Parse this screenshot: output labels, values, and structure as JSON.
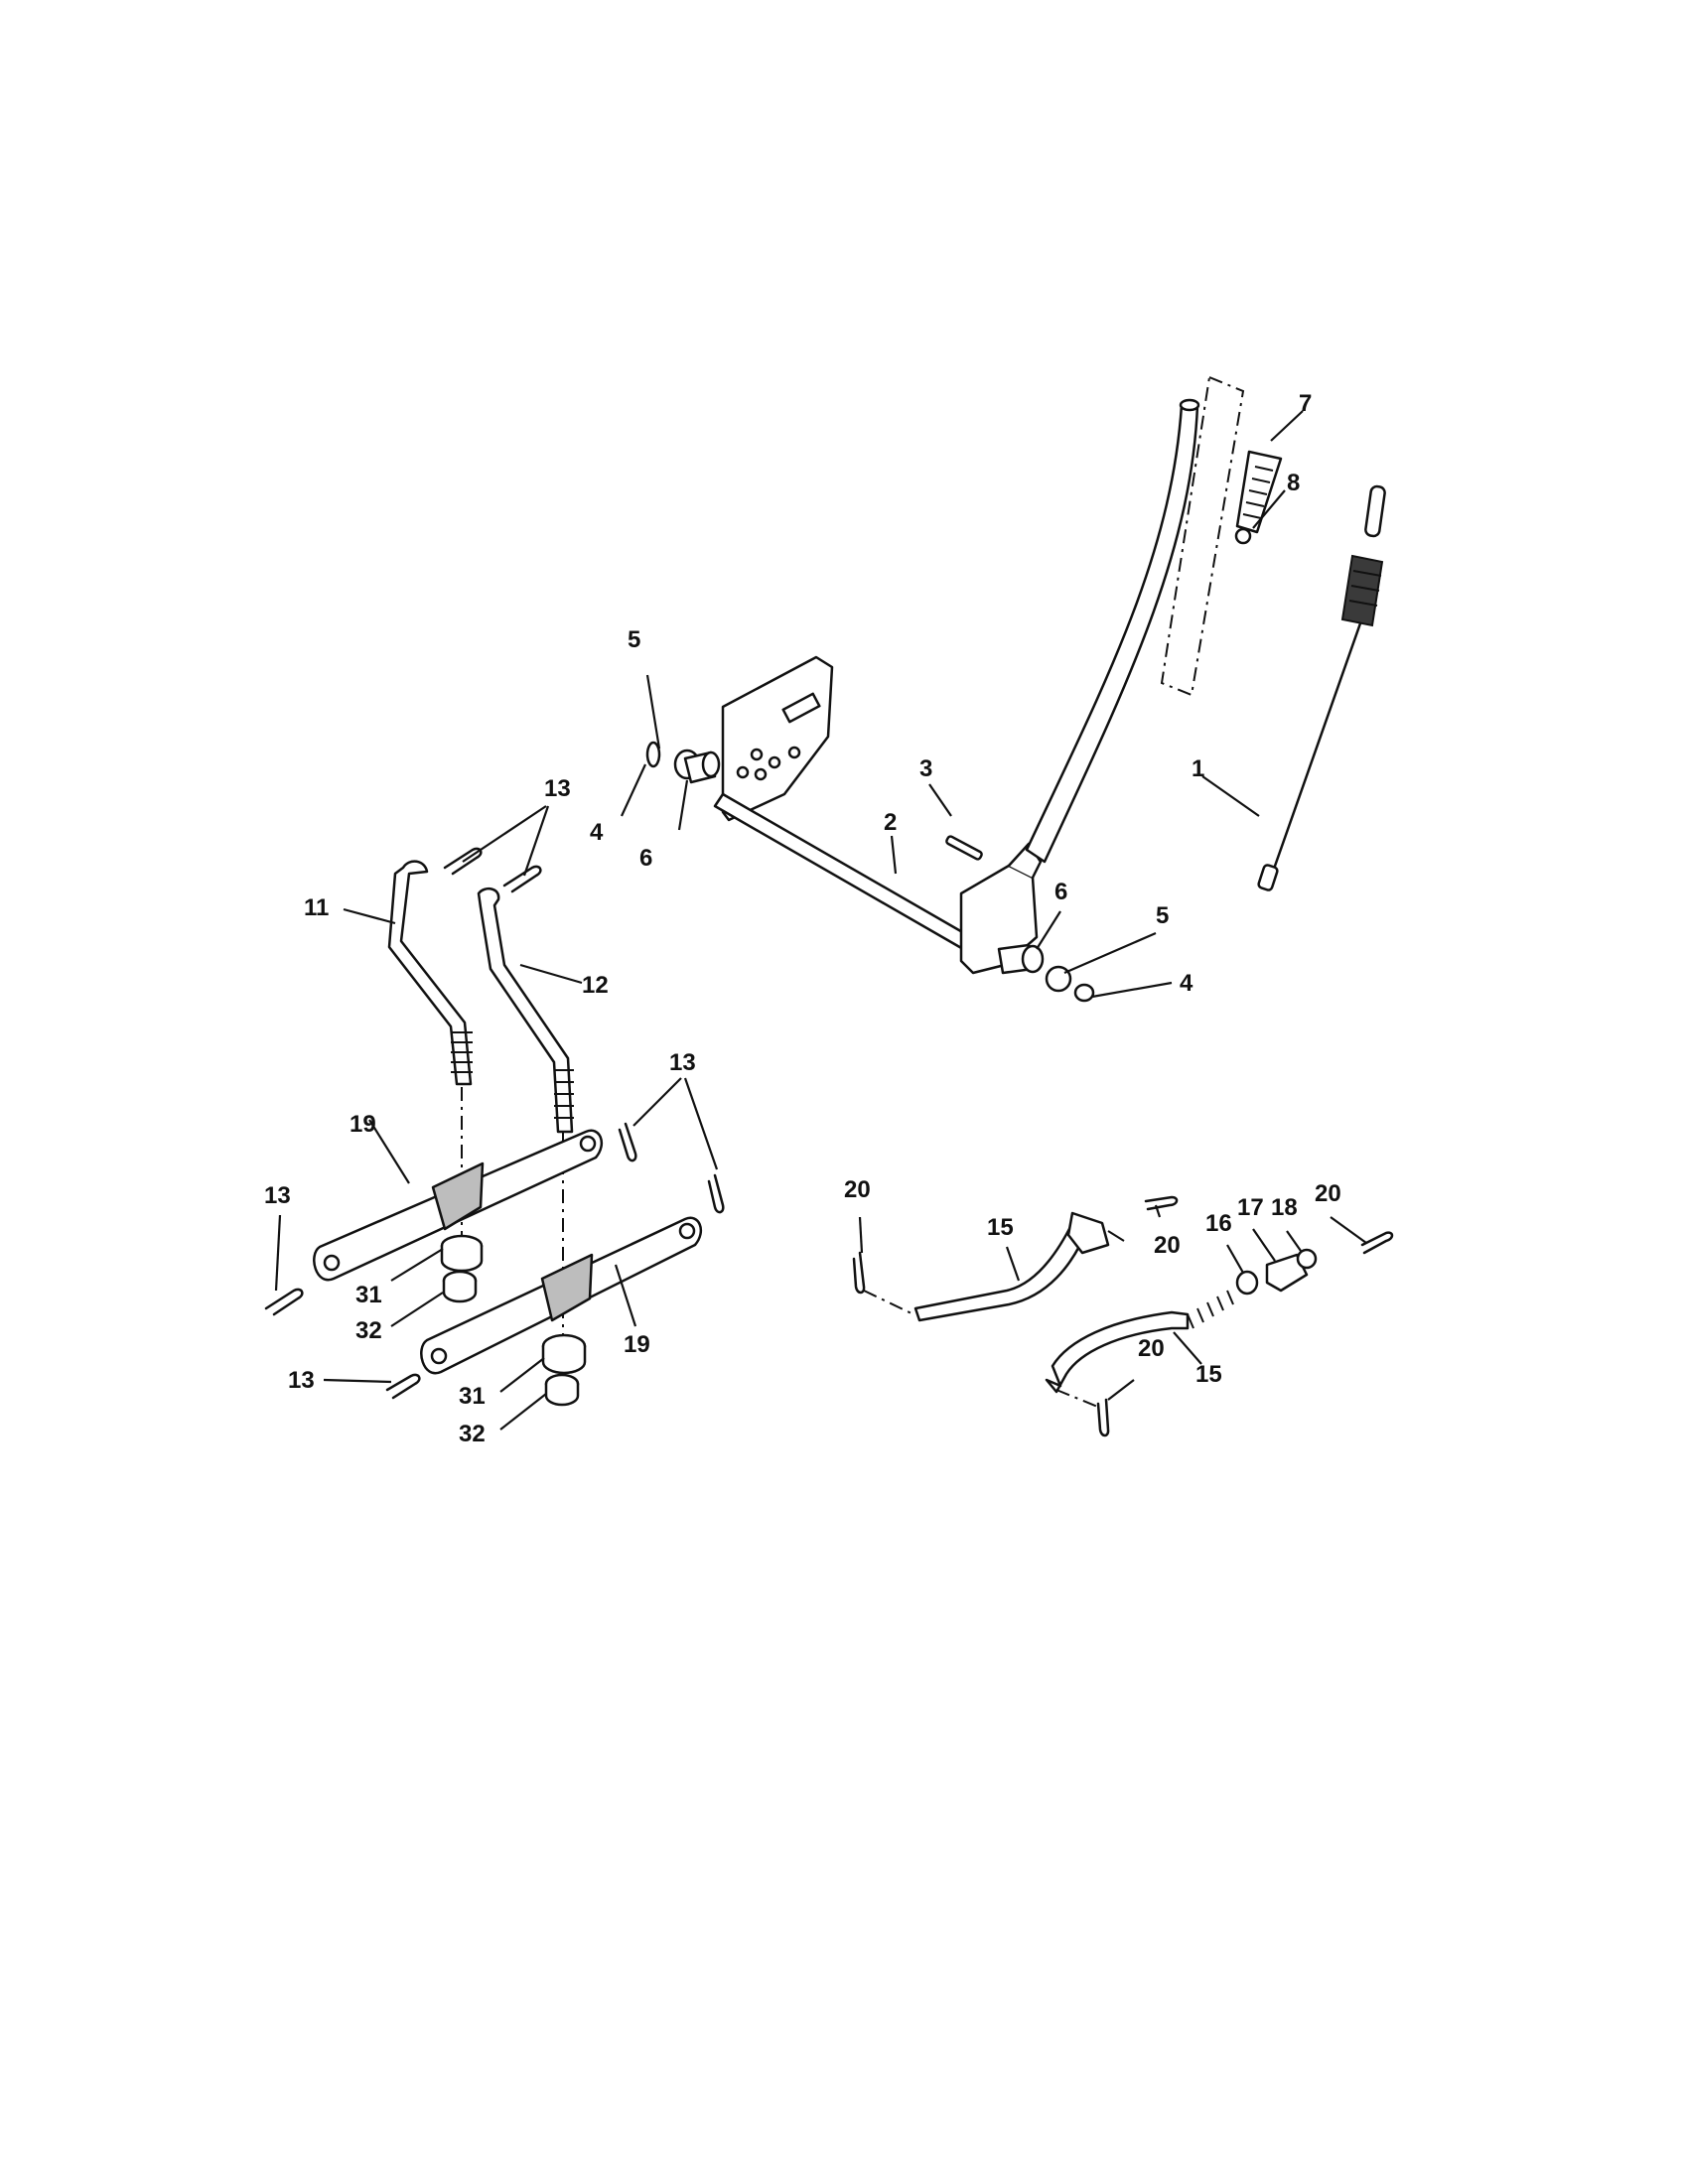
{
  "callouts": [
    {
      "label": "1"
    },
    {
      "label": "2"
    },
    {
      "label": "3"
    },
    {
      "label": "4"
    },
    {
      "label": "4"
    },
    {
      "label": "5"
    },
    {
      "label": "5"
    },
    {
      "label": "6"
    },
    {
      "label": "6"
    },
    {
      "label": "7"
    },
    {
      "label": "8"
    },
    {
      "label": "11"
    },
    {
      "label": "12"
    },
    {
      "label": "13"
    },
    {
      "label": "13"
    },
    {
      "label": "13"
    },
    {
      "label": "13"
    },
    {
      "label": "15"
    },
    {
      "label": "15"
    },
    {
      "label": "16"
    },
    {
      "label": "17"
    },
    {
      "label": "18"
    },
    {
      "label": "19"
    },
    {
      "label": "19"
    },
    {
      "label": "20"
    },
    {
      "label": "20"
    },
    {
      "label": "20"
    },
    {
      "label": "20"
    },
    {
      "label": "31"
    },
    {
      "label": "31"
    },
    {
      "label": "32"
    },
    {
      "label": "32"
    }
  ]
}
